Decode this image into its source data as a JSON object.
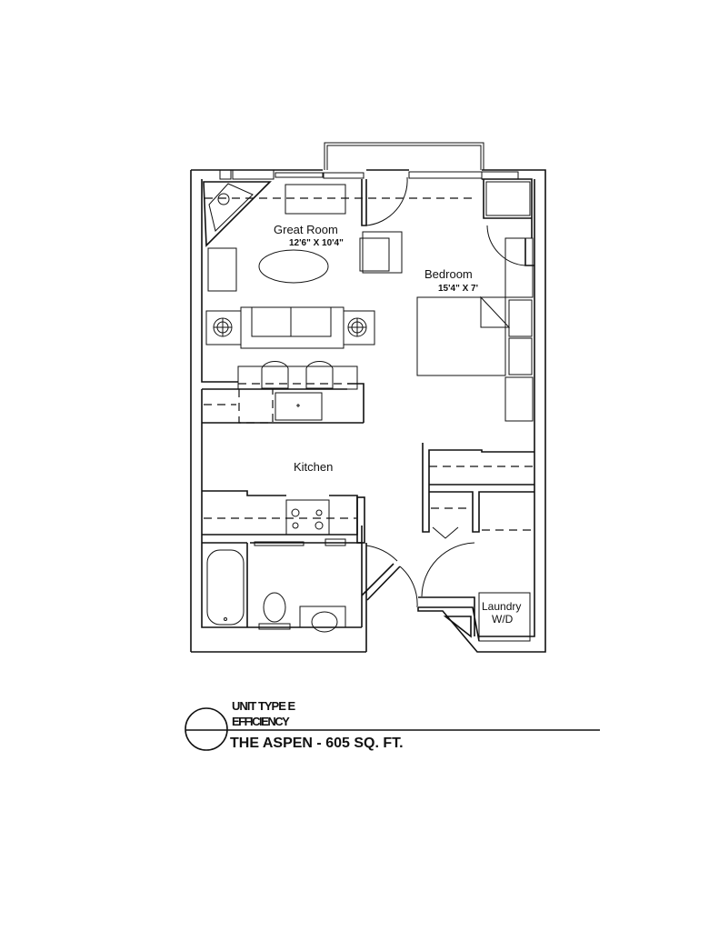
{
  "plan": {
    "rooms": [
      {
        "name": "Great Room",
        "dimensions": "12'6\" X 10'4\""
      },
      {
        "name": "Bedroom",
        "dimensions": "15'4\" X 7'"
      },
      {
        "name": "Kitchen"
      },
      {
        "name": "Laundry",
        "sub": "W/D"
      }
    ]
  },
  "title_block": {
    "unit_type": "UNIT TYPE E",
    "unit_style": "EFFICIENCY",
    "name_area": "THE ASPEN - 605 SQ. FT."
  }
}
